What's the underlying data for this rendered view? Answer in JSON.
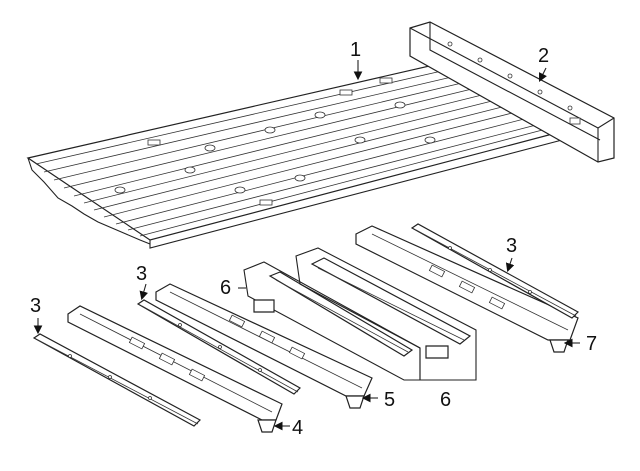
{
  "diagram": {
    "callouts": [
      {
        "id": "c1",
        "label": "1"
      },
      {
        "id": "c2",
        "label": "2"
      },
      {
        "id": "c3a",
        "label": "3"
      },
      {
        "id": "c3b",
        "label": "3"
      },
      {
        "id": "c3c",
        "label": "3"
      },
      {
        "id": "c4",
        "label": "4"
      },
      {
        "id": "c5",
        "label": "5"
      },
      {
        "id": "c6a",
        "label": "6"
      },
      {
        "id": "c6b",
        "label": "6"
      },
      {
        "id": "c7",
        "label": "7"
      }
    ]
  }
}
